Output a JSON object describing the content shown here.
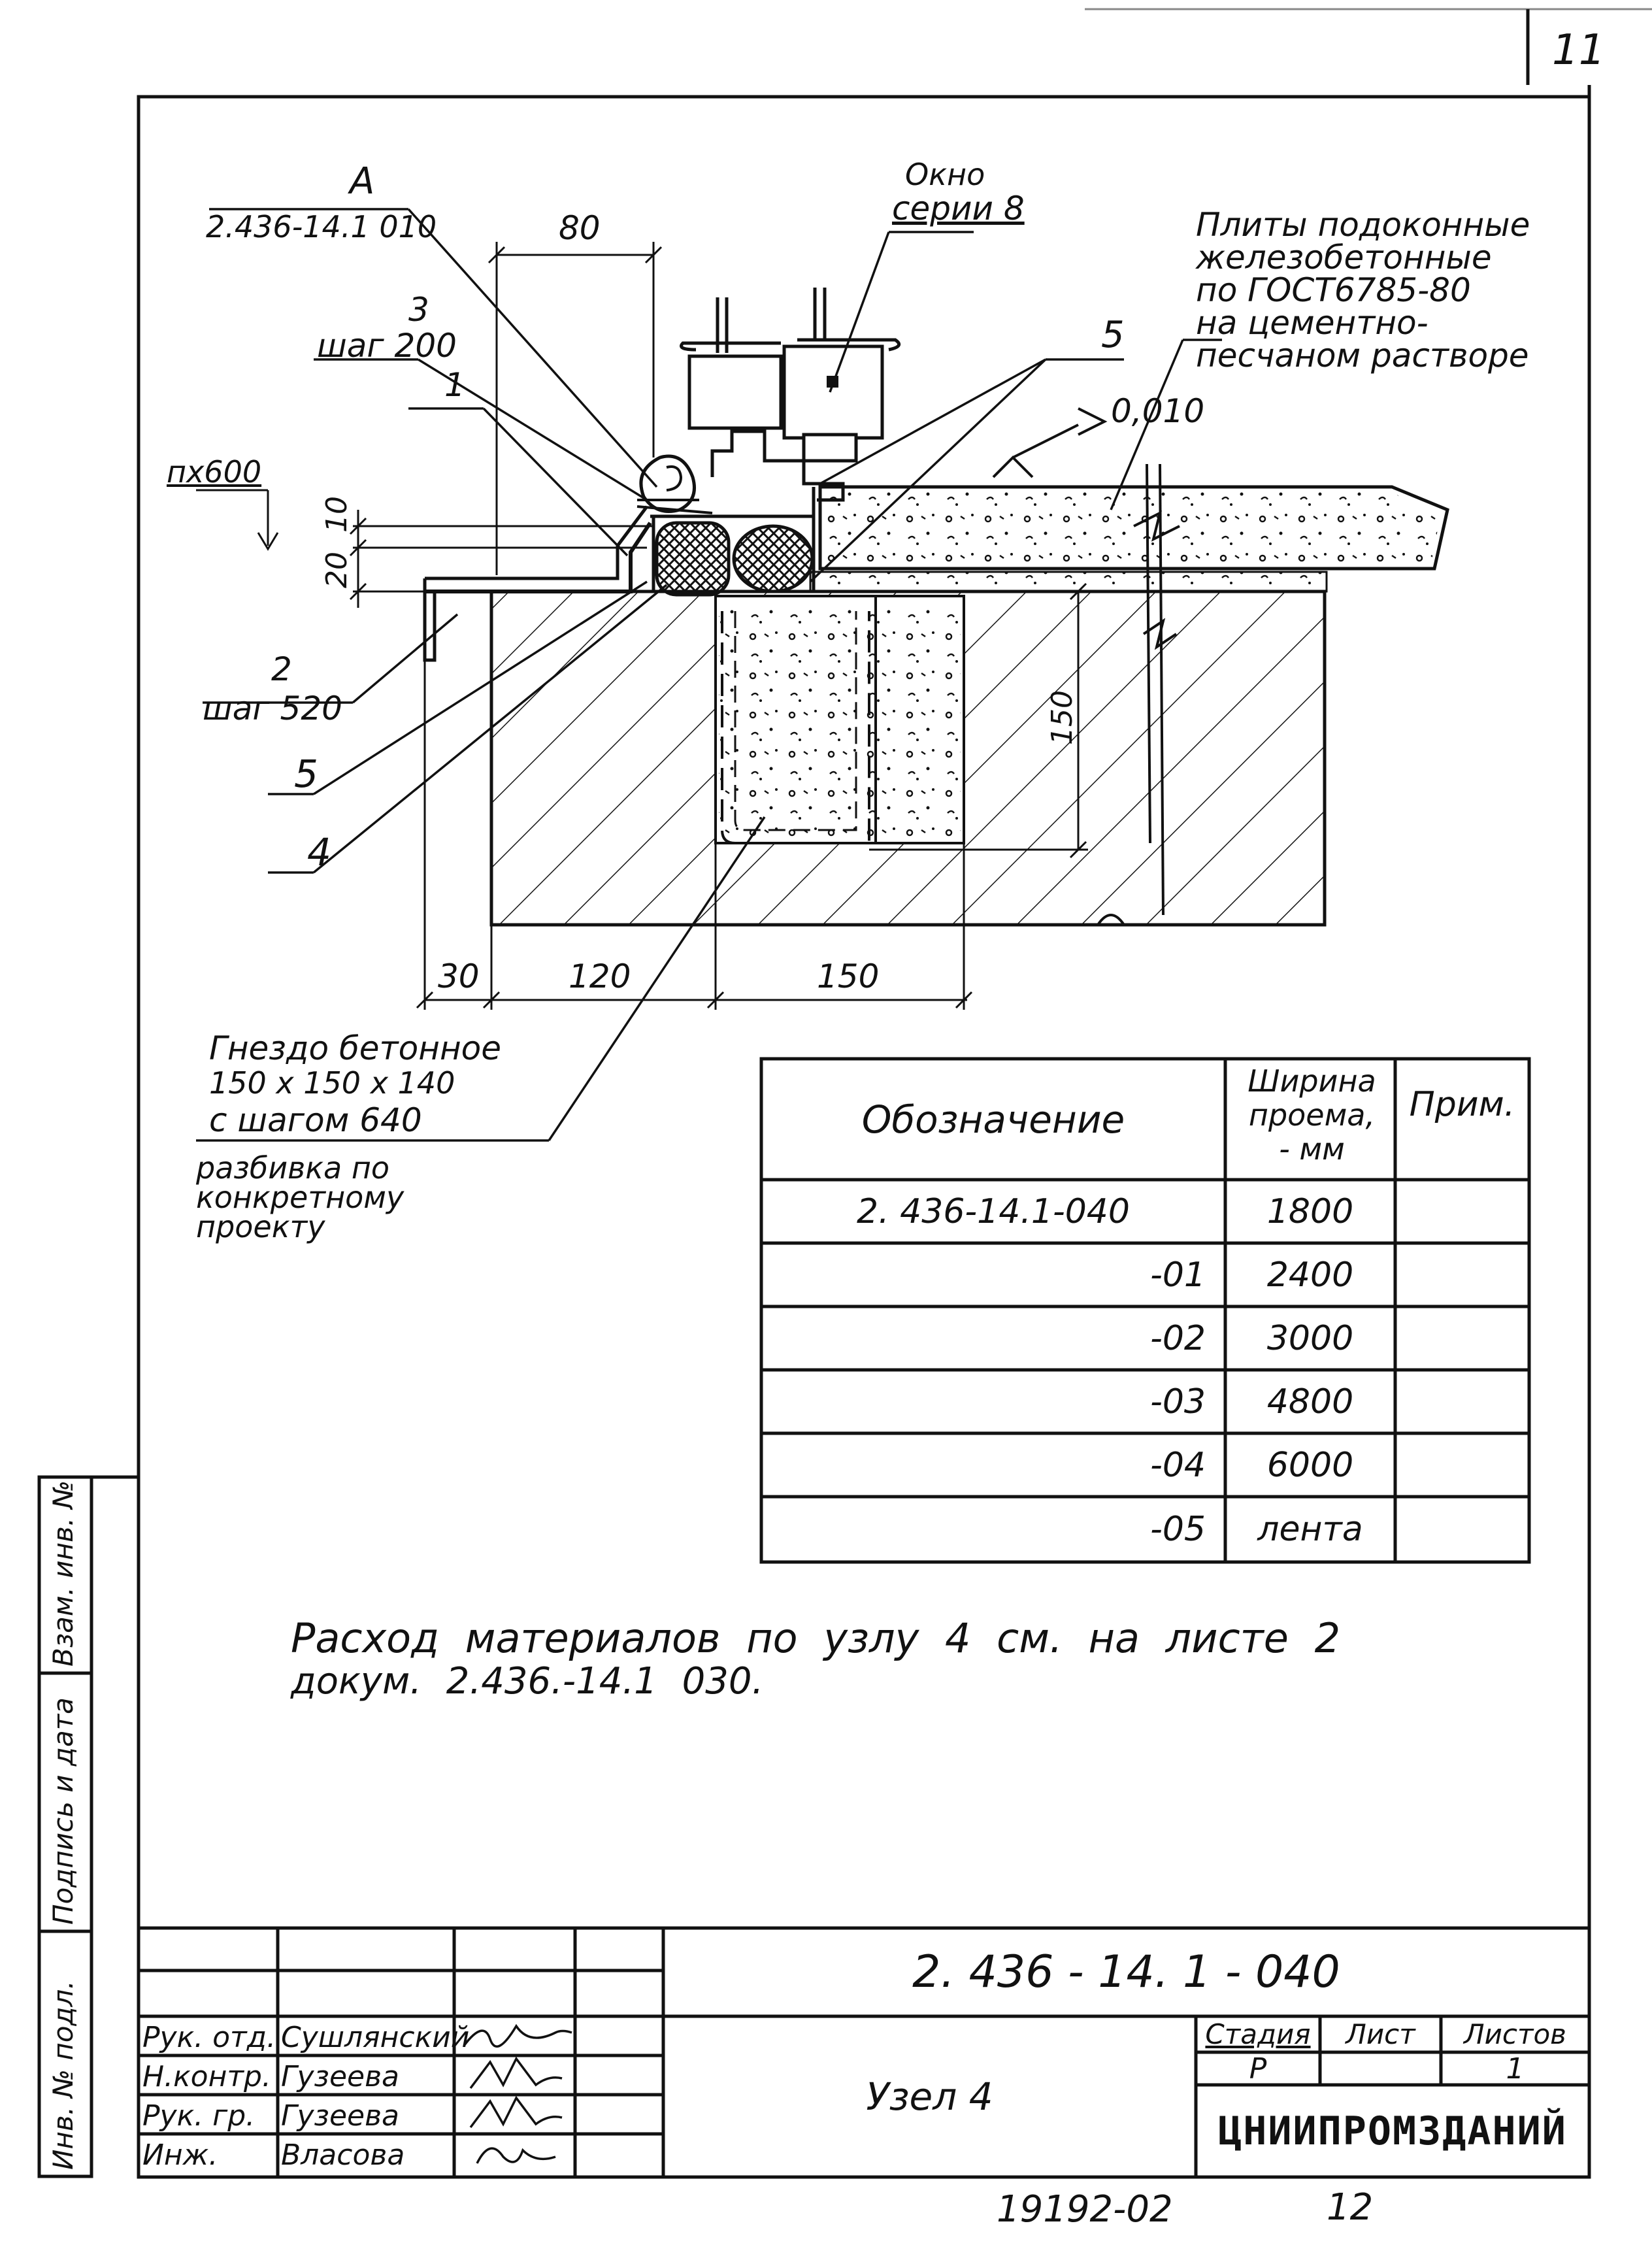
{
  "sheet_number": "11",
  "drawing": {
    "labels": {
      "a_label": "A",
      "a_ref": "2.436-14.1 010",
      "dim_80": "80",
      "window_line1": "Окно",
      "window_line2": "серии 8",
      "plates_line1": "Плиты подоконные",
      "plates_line2": "железобетонные",
      "plates_line3": "по ГОСТ6785-80",
      "plates_line4": "на цементно-",
      "plates_line5": "песчаном растворе",
      "pos3": "3",
      "pos3_step": "шаг 200",
      "pos1": "1",
      "pos5_top": "5",
      "level": "0,010",
      "n600": "пх600",
      "dim_10": "10",
      "dim_20": "20",
      "pos2": "2",
      "pos2_step": "шаг 520",
      "pos5": "5",
      "pos4": "4",
      "dim_150v": "150",
      "dim_30": "30",
      "dim_120": "120",
      "dim_150h": "150",
      "nest_line1": "Гнездо бетонное",
      "nest_line2": "150 х 150 х 140",
      "nest_line3": "с шагом 640",
      "nest_line4": "разбивка по",
      "nest_line5": "конкретному",
      "nest_line6": "проекту"
    }
  },
  "spec_table": {
    "headers": {
      "designation": "Обозначение",
      "width_line1": "Ширина",
      "width_line2": "проема,",
      "width_line3": "- мм",
      "note": "Прим."
    },
    "rows": [
      {
        "designation": "2. 436-14.1-040",
        "width": "1800",
        "note": ""
      },
      {
        "designation": "-01",
        "width": "2400",
        "note": ""
      },
      {
        "designation": "-02",
        "width": "3000",
        "note": ""
      },
      {
        "designation": "-03",
        "width": "4800",
        "note": ""
      },
      {
        "designation": "-04",
        "width": "6000",
        "note": ""
      },
      {
        "designation": "-05",
        "width": "лента",
        "note": ""
      }
    ]
  },
  "note": {
    "line1": "Расход материалов по узлу 4 см. на листе 2",
    "line2": "докум. 2.436.-14.1 030."
  },
  "side_stamp": {
    "inv_orig": "Инв. № подл.",
    "sign_date": "Подпись и дата",
    "replace_inv": "Взам. инв. №"
  },
  "title_block": {
    "doc_code": "2. 436 - 14. 1 - 040",
    "title": "Узел 4",
    "stage_label": "Стадия",
    "sheet_label": "Лист",
    "sheets_label": "Листов",
    "stage": "Р",
    "sheet": "",
    "sheets": "1",
    "org": "ЦНИИПРОМЗДАНИЙ",
    "people": [
      {
        "role": "Рук. отд.",
        "name": "Сушлянский"
      },
      {
        "role": "Н.контр.",
        "name": "Гузеева"
      },
      {
        "role": "Рук. гр.",
        "name": "Гузеева"
      },
      {
        "role": "Инж.",
        "name": "Власова"
      }
    ]
  },
  "footer": {
    "order": "19192-02",
    "page": "12"
  }
}
